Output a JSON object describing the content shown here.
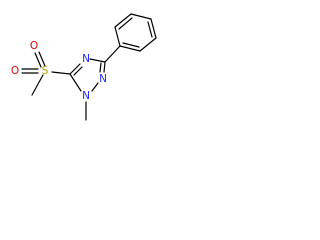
{
  "molecule": {
    "atoms": {
      "S": {
        "symbol": "S",
        "color": "#b8a200"
      },
      "O_top": {
        "symbol": "O",
        "color": "#e00000"
      },
      "O_left": {
        "symbol": "O",
        "color": "#e00000"
      },
      "N_ring_top": {
        "symbol": "N",
        "color": "#1f1fff"
      },
      "N_methyl": {
        "symbol": "N",
        "color": "#1f1fff"
      },
      "N_ring_right": {
        "symbol": "N",
        "color": "#1f1fff"
      }
    }
  }
}
